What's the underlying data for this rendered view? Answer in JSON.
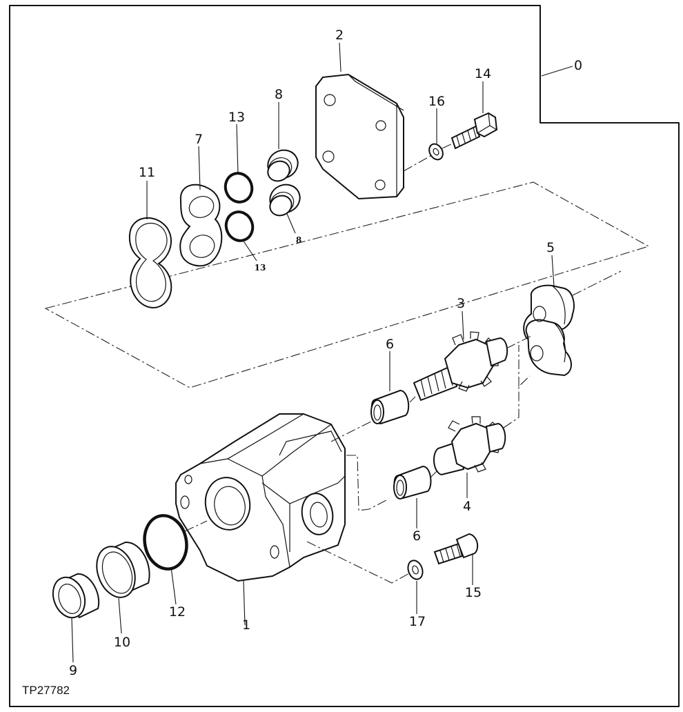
{
  "figure": {
    "reference_code": "TP27782"
  },
  "callouts": {
    "c0": "0",
    "c1": "1",
    "c2": "2",
    "c3": "3",
    "c4": "4",
    "c5": "5",
    "c6a": "6",
    "c6b": "6",
    "c7": "7",
    "c8a": "8",
    "c8b": "8",
    "c9": "9",
    "c10": "10",
    "c11": "11",
    "c12": "12",
    "c13a": "13",
    "c13b": "13",
    "c14": "14",
    "c15": "15",
    "c16": "16",
    "c17": "17"
  }
}
